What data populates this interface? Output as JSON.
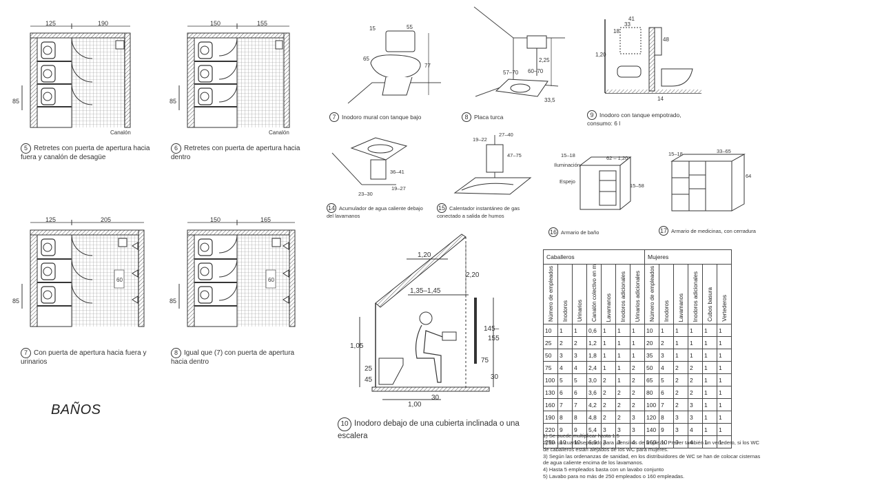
{
  "page": {
    "title": "BAÑOS"
  },
  "plans": [
    {
      "num": "5",
      "caption": "Retretes con puerta de apertura hacia fuera y canalón de desagüe",
      "dims": [
        "125",
        "190",
        "85"
      ],
      "label": "Canalón"
    },
    {
      "num": "6",
      "caption": "Retretes con puerta de apertura hacia dentro",
      "dims": [
        "150",
        "155",
        "85"
      ],
      "label": "Canalón"
    },
    {
      "num": "7",
      "caption": "Con puerta de apertura hacia fuera y urinarios",
      "dims": [
        "125",
        "205",
        "85",
        "60"
      ]
    },
    {
      "num": "8",
      "caption": "Igual que (7) con puerta de apertura hacia dentro",
      "dims": [
        "150",
        "165",
        "85",
        "60"
      ]
    }
  ],
  "fixtures": [
    {
      "num": "7",
      "caption": "Inodoro mural con tanque bajo",
      "dims": [
        "15",
        "55",
        "65",
        "77"
      ]
    },
    {
      "num": "8",
      "caption": "Placa turca",
      "dims": [
        "2,25",
        "57-70",
        "60-70",
        "33,5"
      ]
    },
    {
      "num": "9",
      "caption": "Inodoro con tanque empotrado, consumo: 6 l",
      "dims": [
        "41",
        "33",
        "18",
        "48",
        "1,20",
        "14"
      ]
    },
    {
      "num": "14",
      "caption": "Acumulador de agua caliente debajo del lavamanos",
      "dims": [
        "36-41",
        "19-27",
        "23-30"
      ]
    },
    {
      "num": "15",
      "caption": "Calentador instantáneo de gas conectado a salida de humos",
      "dims": [
        "19-22",
        "27-40",
        "47-75"
      ]
    },
    {
      "num": "16",
      "caption": "Armario de baño",
      "dims": [
        "15-18",
        "62-1,20",
        "15-58"
      ],
      "labels": [
        "Iluminación",
        "Espejo"
      ]
    },
    {
      "num": "17",
      "caption": "Armario de medicinas, con cerradura",
      "dims": [
        "15-18",
        "33-65",
        "64"
      ]
    }
  ],
  "section": {
    "num": "10",
    "caption": "Inodoro debajo de una cubierta inclinada o una escalera",
    "dims": [
      "1,20",
      "2,20",
      "1,35-1,45",
      "1,05",
      "25",
      "45",
      "145-155",
      "75",
      "30",
      "1,00",
      "30"
    ]
  },
  "table": {
    "groups": [
      "Caballeros",
      "Mujeres"
    ],
    "headers_men": [
      "Número de empleados",
      "Inodoros",
      "Urinarios",
      "Canalón colectivo en m",
      "Lavamanos",
      "Inodoros adicionales",
      "Urinarios adicionales"
    ],
    "headers_women": [
      "Número de empleados",
      "Inodoros",
      "Lavamanos",
      "Inodoros adicionales",
      "Cubos basura",
      "Vertederos"
    ],
    "rows": [
      [
        "10",
        "1",
        "1",
        "0,6",
        "1",
        "1",
        "1",
        "10",
        "1",
        "1",
        "1",
        "1",
        "1"
      ],
      [
        "25",
        "2",
        "2",
        "1,2",
        "1",
        "1",
        "1",
        "20",
        "2",
        "1",
        "1",
        "1",
        "1"
      ],
      [
        "50",
        "3",
        "3",
        "1,8",
        "1",
        "1",
        "1",
        "35",
        "3",
        "1",
        "1",
        "1",
        "1"
      ],
      [
        "75",
        "4",
        "4",
        "2,4",
        "1",
        "1",
        "2",
        "50",
        "4",
        "2",
        "2",
        "1",
        "1"
      ],
      [
        "100",
        "5",
        "5",
        "3,0",
        "2",
        "1",
        "2",
        "65",
        "5",
        "2",
        "2",
        "1",
        "1"
      ],
      [
        "130",
        "6",
        "6",
        "3,6",
        "2",
        "2",
        "2",
        "80",
        "6",
        "2",
        "2",
        "1",
        "1"
      ],
      [
        "160",
        "7",
        "7",
        "4,2",
        "2",
        "2",
        "2",
        "100",
        "7",
        "2",
        "3",
        "1",
        "1"
      ],
      [
        "190",
        "8",
        "8",
        "4,8",
        "2",
        "2",
        "3",
        "120",
        "8",
        "3",
        "3",
        "1",
        "1"
      ],
      [
        "220",
        "9",
        "9",
        "5,4",
        "3",
        "3",
        "3",
        "140",
        "9",
        "3",
        "4",
        "1",
        "1"
      ],
      [
        "250",
        "10",
        "10",
        "6,0",
        "3",
        "3",
        "4",
        "160",
        "10",
        "3",
        "4",
        "1",
        "1"
      ]
    ],
    "notes": [
      "1) Se puede multiplicar hasta 1,5",
      "2) En un cuarto separado para utensilios de limpieza. Prever también un vertedero, si los WC",
      "de caballeros están alejados de los WC para mujeres.",
      "3) Según las ordenanzas de sanidad, en los distribuidores de WC se han de colocar cisternas",
      "de agua caliente encima de los lavamanos.",
      "4) Hasta 5 empleados basta con un lavabo conjunto",
      "5) Lavabo para no más de 250 empleados o 160 empleadas."
    ]
  }
}
